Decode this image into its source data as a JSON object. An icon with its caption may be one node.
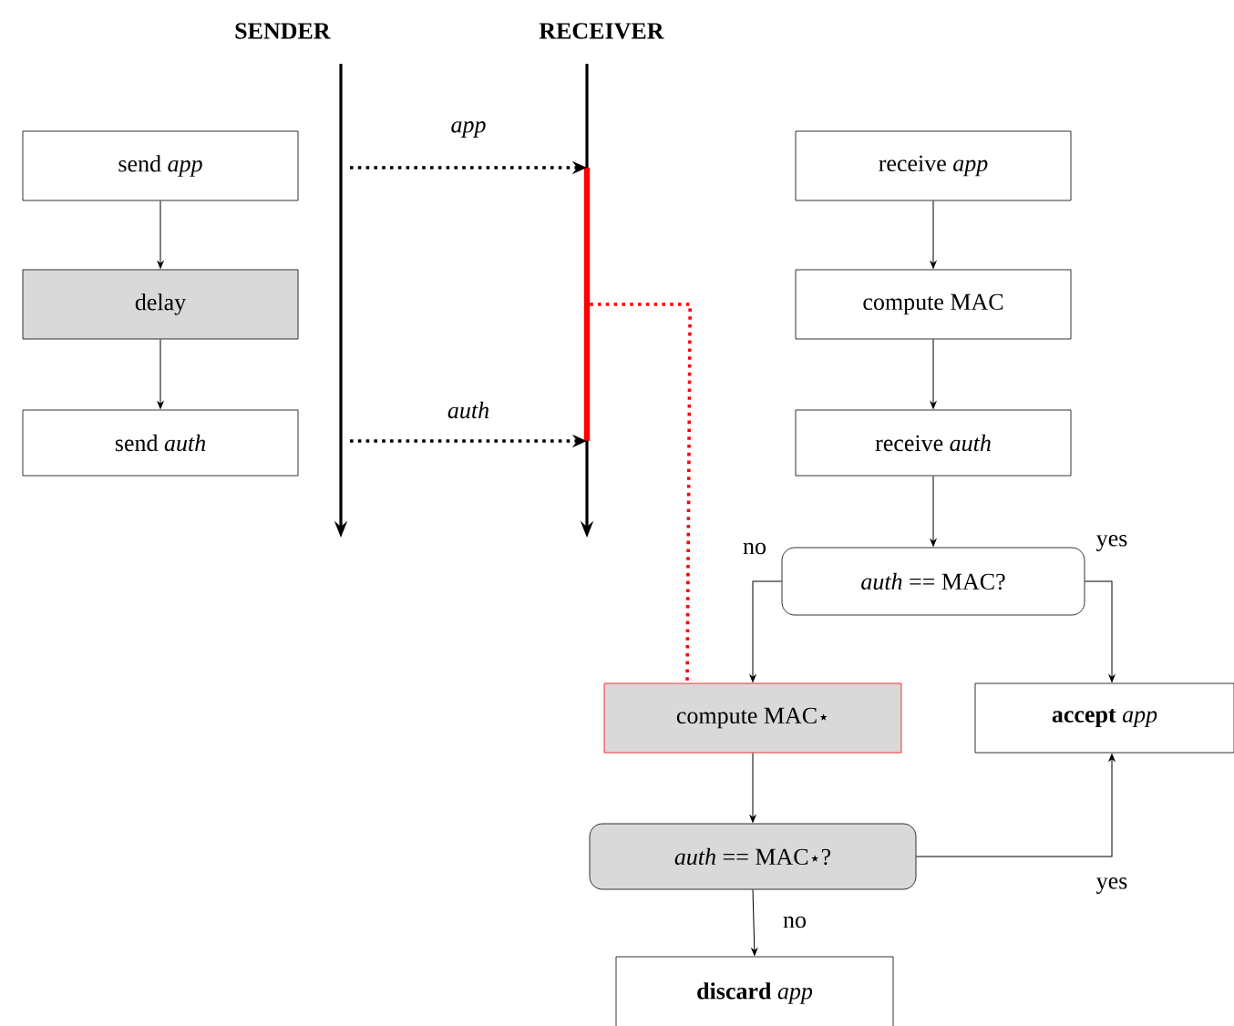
{
  "diagram": {
    "nodes": [
      {
        "text": [
          "send *app*"
        ]
      },
      {
        "text": [
          "delay"
        ]
      },
      {
        "text": [
          "send *auth*"
        ]
      },
      {
        "text": [
          "receive *app*"
        ]
      },
      {
        "text": [
          "compute MAC"
        ]
      },
      {
        "text": [
          "receive *auth*"
        ]
      },
      {
        "text": [
          "*auth* == MAC?"
        ]
      },
      {
        "text": [
          "compute MAC⋆"
        ]
      },
      {
        "text": [
          "**accept** *app*"
        ]
      },
      {
        "text": [
          "*auth* == MAC⋆?"
        ]
      },
      {
        "text": [
          "**discard** *app*"
        ]
      },
      {
        "text": [],
        "shape": "bar"
      }
    ],
    "edges": [
      {
        "from": 0,
        "to": 1,
        "arrow": "to"
      },
      {
        "from": 1,
        "to": 2,
        "arrow": "to"
      },
      {
        "from": 3,
        "to": 4,
        "arrow": "to"
      },
      {
        "from": 4,
        "to": 5,
        "arrow": "to"
      },
      {
        "from": 5,
        "to": 6,
        "arrow": "to"
      },
      {
        "from": 6,
        "to": 7,
        "arrow": "to",
        "label": "no"
      },
      {
        "from": 6,
        "to": 8,
        "arrow": "to",
        "label": "yes"
      },
      {
        "from": 7,
        "to": 9,
        "arrow": "to"
      },
      {
        "from": 9,
        "to": 8,
        "arrow": "to",
        "label": "yes"
      },
      {
        "from": 9,
        "to": 10,
        "arrow": "to",
        "label": "no"
      },
      {
        "from": null,
        "to": 11,
        "arrow": "to",
        "label": "*app*",
        "style": "dashed"
      },
      {
        "from": null,
        "to": 11,
        "arrow": "to",
        "label": "*auth*",
        "style": "dashed"
      },
      {
        "from": 11,
        "to": 7,
        "arrow": "none",
        "style": "dashed",
        "color": "#ff0000"
      }
    ],
    "labels": [
      "**SENDER**",
      "**RECEIVER**"
    ]
  }
}
